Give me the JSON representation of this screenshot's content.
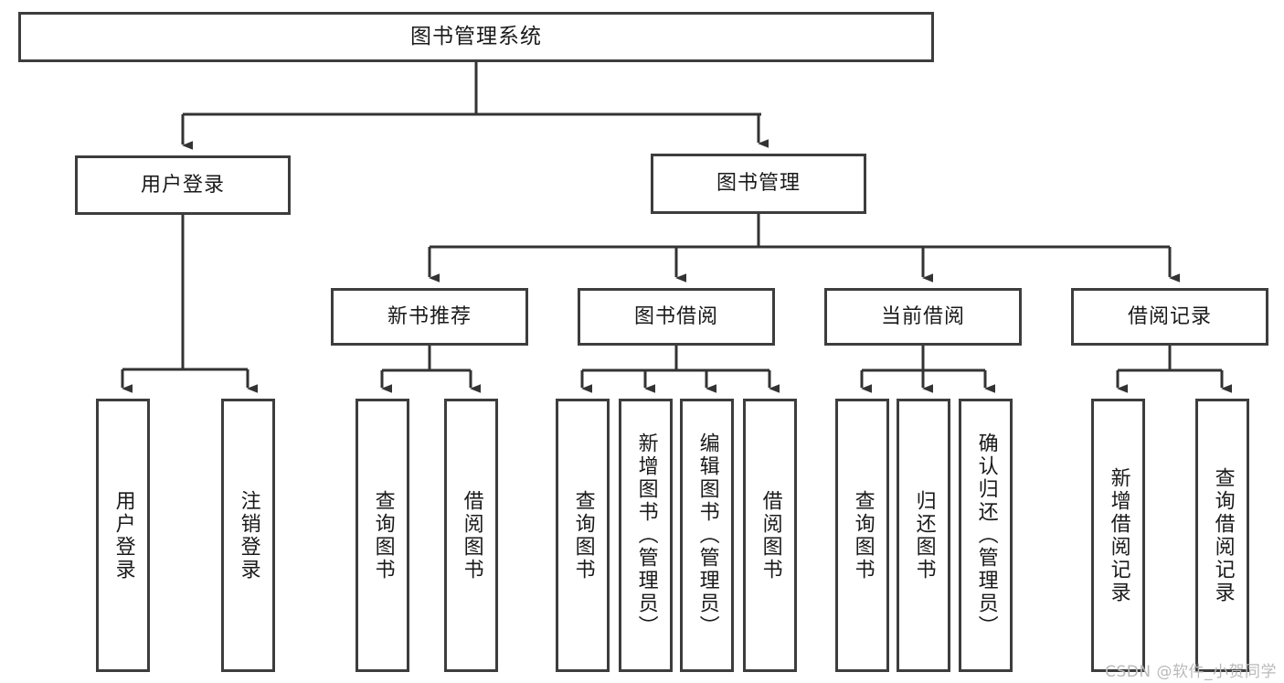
{
  "diagram": {
    "title": "图书管理系统",
    "type": "tree",
    "watermark": "CSDN @软件_小贺同学",
    "colors": {
      "background": "#ffffff",
      "box_fill": "#ffffff",
      "box_border": "#3d3d3d",
      "connector": "#333333",
      "text": "#1a1a1a",
      "watermark": "#b9b9b9"
    }
  },
  "nodes": {
    "root": {
      "label": "图书管理系统",
      "level": 1
    },
    "level2": [
      {
        "id": "user-login",
        "label": "用户登录"
      },
      {
        "id": "book-management",
        "label": "图书管理"
      }
    ],
    "level3": [
      {
        "id": "new-book-recommend",
        "label": "新书推荐",
        "parent": "book-management"
      },
      {
        "id": "book-borrow",
        "label": "图书借阅",
        "parent": "book-management"
      },
      {
        "id": "current-borrow",
        "label": "当前借阅",
        "parent": "book-management"
      },
      {
        "id": "borrow-record",
        "label": "借阅记录",
        "parent": "book-management"
      }
    ],
    "leaves": [
      {
        "id": "leaf-user-login",
        "label": "用户登录",
        "parent": "user-login"
      },
      {
        "id": "leaf-logout-login",
        "label": "注销登录",
        "parent": "user-login"
      },
      {
        "id": "leaf-query-book-1",
        "label": "查询图书",
        "parent": "new-book-recommend"
      },
      {
        "id": "leaf-borrow-book-1",
        "label": "借阅图书",
        "parent": "new-book-recommend"
      },
      {
        "id": "leaf-query-book-2",
        "label": "查询图书",
        "parent": "book-borrow"
      },
      {
        "id": "leaf-add-book",
        "label": "新增图书（管理员）",
        "parent": "book-borrow"
      },
      {
        "id": "leaf-edit-book",
        "label": "编辑图书（管理员）",
        "parent": "book-borrow"
      },
      {
        "id": "leaf-borrow-book-2",
        "label": "借阅图书",
        "parent": "book-borrow"
      },
      {
        "id": "leaf-query-book-3",
        "label": "查询图书",
        "parent": "current-borrow"
      },
      {
        "id": "leaf-return-book",
        "label": "归还图书",
        "parent": "current-borrow"
      },
      {
        "id": "leaf-confirm-return",
        "label": "确认归还（管理员）",
        "parent": "current-borrow"
      },
      {
        "id": "leaf-add-record",
        "label": "新增借阅记录",
        "parent": "borrow-record"
      },
      {
        "id": "leaf-query-record",
        "label": "查询借阅记录",
        "parent": "borrow-record"
      }
    ]
  }
}
